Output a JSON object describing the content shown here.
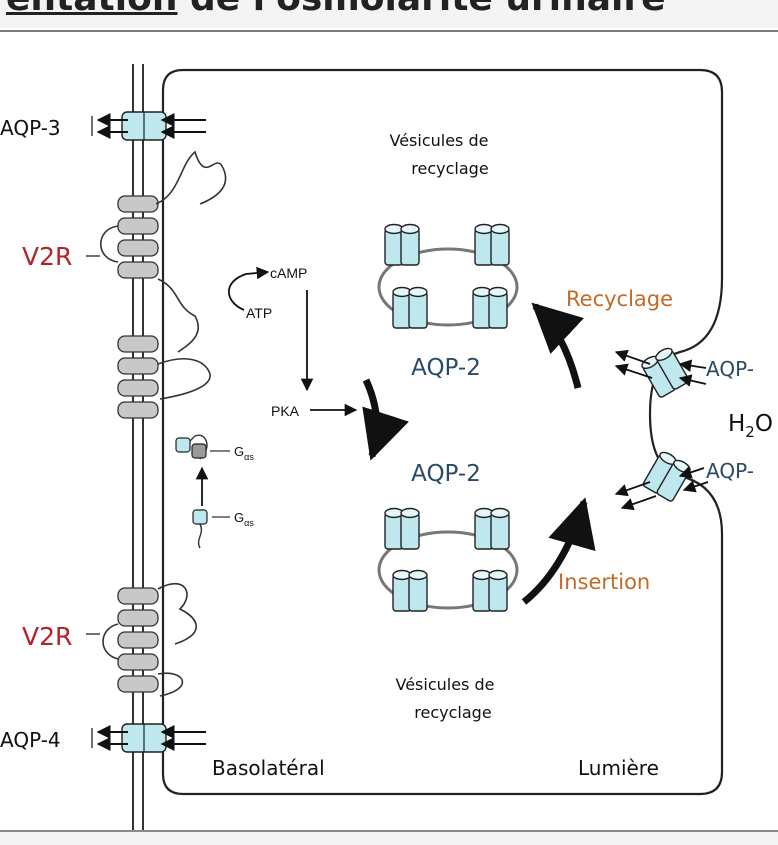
{
  "header": {
    "title_part1": "entation",
    "title_part2": " de l'osmolarité urinaire"
  },
  "labels": {
    "aqp3": "AQP-3",
    "aqp4": "AQP-4",
    "v2r_top": "V2R",
    "v2r_bottom": "V2R",
    "camp": "cAMP",
    "atp": "ATP",
    "pka": "PKA",
    "g_alpha_s_1": "G",
    "g_alpha_s_sub_1": "αs",
    "g_alpha_s_2": "G",
    "g_alpha_s_sub_2": "αs",
    "vesicles_top_l1": "Vésicules de",
    "vesicles_top_l2": "recyclage",
    "vesicles_bottom_l1": "Vésicules de",
    "vesicles_bottom_l2": "recyclage",
    "aqp2_top": "AQP-2",
    "aqp2_bottom": "AQP-2",
    "recyclage": "Recyclage",
    "insertion": "Insertion",
    "aqp_right_top": "AQP-",
    "aqp_right_bottom": "AQP-",
    "water_h": "H",
    "water_sub": "2",
    "water_o": "O",
    "basolateral": "Basolatéral",
    "lumiere": "Lumière"
  },
  "colors": {
    "v2r": "#b3232a",
    "aqp2": "#2a4a66",
    "process": "#c46a28",
    "channel": "#bfe7ee",
    "receptor": "#c8c8c8"
  }
}
